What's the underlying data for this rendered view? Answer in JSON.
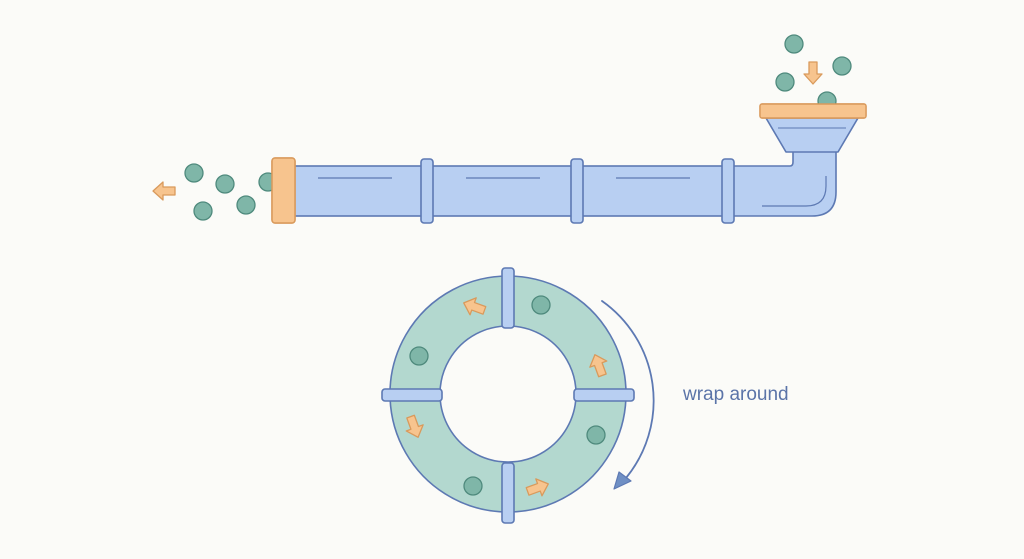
{
  "diagram": {
    "ring_label": "wrap around",
    "colors": {
      "background": "#fbfbf8",
      "pipe_fill": "#b8cff2",
      "pipe_stroke": "#5d79b3",
      "orange": "#f7c48e",
      "orange_stroke": "#d99a5c",
      "ball_fill": "#7fb6a8",
      "ball_stroke": "#4f8a7d",
      "ring_fill": "#b3d8cf",
      "ring_stroke": "#5d79b3",
      "label_color": "#5b74a8"
    },
    "straight_pipe": {
      "icons": [
        "funnel-icon",
        "elbow-joint-icon",
        "outlet-cap-icon"
      ],
      "flow_direction": "left"
    },
    "ring_buffer": {
      "icons": [
        "ring-pipe-icon",
        "circular-flow-arrow-icon"
      ],
      "flow_direction": "clockwise"
    }
  }
}
